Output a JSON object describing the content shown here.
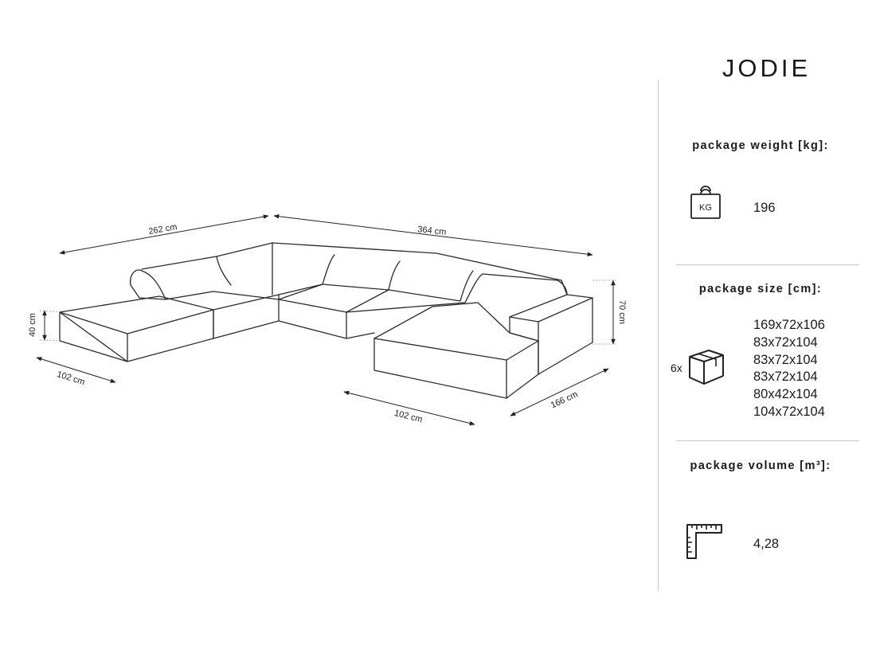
{
  "product": {
    "name": "JODIE"
  },
  "dimensions": {
    "side_width": "262 cm",
    "back_width": "364 cm",
    "seat_height": "40 cm",
    "total_height": "70 cm",
    "left_depth": "102 cm",
    "front_depth": "102 cm",
    "right_depth": "166 cm"
  },
  "specs": {
    "weight": {
      "label": "package weight [kg]:",
      "icon": "weight-kg-icon",
      "icon_text": "KG",
      "value": "196"
    },
    "size": {
      "label": "package size [cm]:",
      "icon": "box-icon",
      "multiplier": "6x",
      "values": [
        "169x72x106",
        "83x72x104",
        "83x72x104",
        "83x72x104",
        "80x42x104",
        "104x72x104"
      ]
    },
    "volume": {
      "label": "package volume [m³]:",
      "icon": "ruler-corner-icon",
      "value": "4,28"
    }
  }
}
